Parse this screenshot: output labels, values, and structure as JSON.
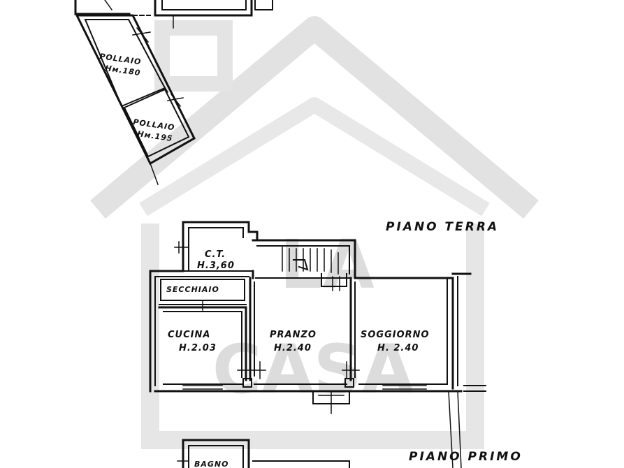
{
  "watermark": {
    "line1": "LA",
    "line2": "CASA",
    "color": "#dcdcdc"
  },
  "floors": {
    "ground": "PIANO TERRA",
    "first": "PIANO PRIMO"
  },
  "rooms": {
    "pollaio1_name": "POLLAIO",
    "pollaio1_height": "Hм.180",
    "pollaio2_name": "POLLAIO",
    "pollaio2_height": "Hм.195",
    "ct_name": "C.T.",
    "ct_height": "H.3,60",
    "secchiaio": "SECCHIAIO",
    "cucina_name": "CUCINA",
    "cucina_height": "H.2.03",
    "pranzo_name": "PRANZO",
    "pranzo_height": "H.2.40",
    "soggiorno_name": "SOGGIORNO",
    "soggiorno_height": "H. 2.40",
    "bagno": "BAGNO"
  }
}
